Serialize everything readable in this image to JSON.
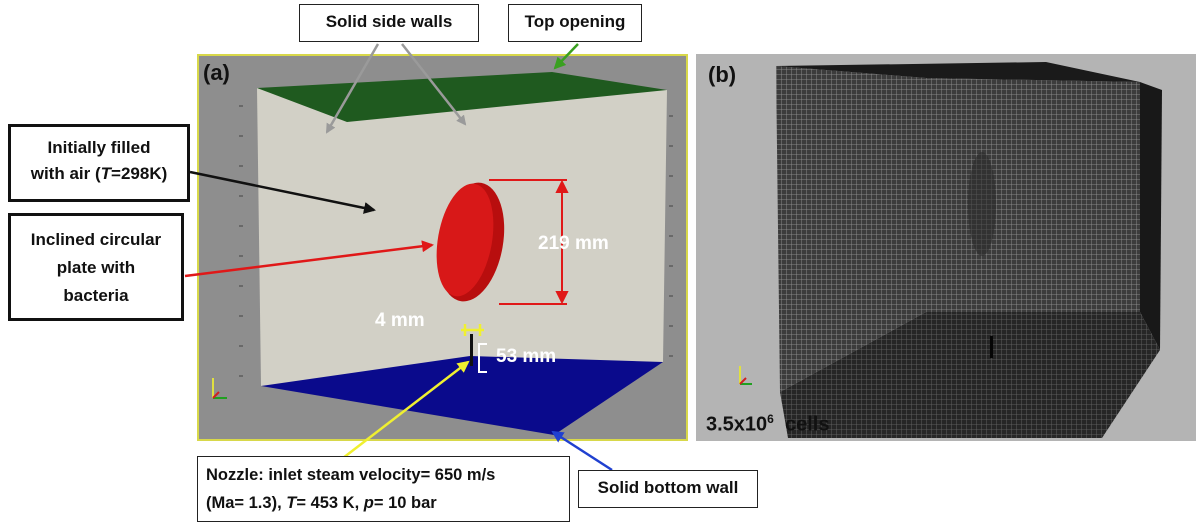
{
  "labels": {
    "solid_side_walls": "Solid side walls",
    "top_opening": "Top opening",
    "initial_air_line1": "Initially filled",
    "initial_air_prefix": "with air (",
    "initial_air_T": "T",
    "initial_air_suffix": "=298K)",
    "inclined_line1": "Inclined circular",
    "inclined_line2": "plate with",
    "inclined_line3": "bacteria",
    "nozzle_line1": "Nozzle: inlet steam velocity= 650 m/s",
    "nozzle_line2_a": "(Ma= 1.3), ",
    "nozzle_line2_T": "T",
    "nozzle_line2_b": "= 453 K, ",
    "nozzle_line2_p": "p",
    "nozzle_line2_c": "= 10 bar",
    "solid_bottom_wall": "Solid bottom wall"
  },
  "panel_a": {
    "tag": "(a)",
    "dim_plate": "219 mm",
    "dim_nozzle_width": "4 mm",
    "dim_nozzle_height": "53 mm"
  },
  "panel_b": {
    "tag": "(b)",
    "cells_base": "3.5x10",
    "cells_exp": "6",
    "cells_suffix": "  cells"
  },
  "colors": {
    "top_opening": "#1f5a1f",
    "bottom_wall": "#0a0a8c",
    "plate": "#cc1010",
    "side_walls": "#d2d0c6",
    "panel_a_border": "#d8d84a",
    "arrow_red": "#e01818",
    "arrow_yellow": "#f0f030",
    "arrow_blue": "#2040d0",
    "arrow_green": "#3aa020",
    "arrow_grey": "#9a9a9a"
  }
}
